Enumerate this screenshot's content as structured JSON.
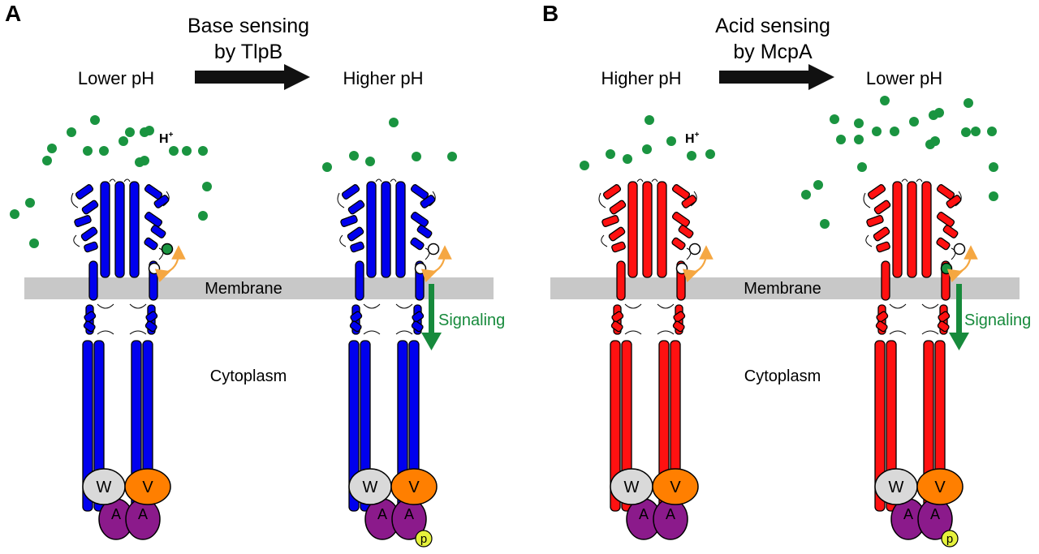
{
  "panels": [
    {
      "letter": "A",
      "process_line1": "Base sensing",
      "process_line2": "by TlpB",
      "left_ph": "Lower pH",
      "right_ph": "Higher pH",
      "membrane": "Membrane",
      "cytoplasm": "Cytoplasm",
      "signaling": "Signaling",
      "proton": "H",
      "proton_sup": "+",
      "receptor_color": "#0000ee",
      "signaling_side": "right"
    },
    {
      "letter": "B",
      "process_line1": "Acid sensing",
      "process_line2": "by McpA",
      "left_ph": "Higher pH",
      "right_ph": "Lower pH",
      "membrane": "Membrane",
      "cytoplasm": "Cytoplasm",
      "signaling": "Signaling",
      "proton": "H",
      "proton_sup": "+",
      "receptor_color": "#ff1111",
      "signaling_side": "right"
    }
  ],
  "protein_labels": {
    "w": "W",
    "v": "V",
    "a": "A",
    "p": "p"
  },
  "colors": {
    "proton": "#1a9440",
    "membrane": "#c8c8c8",
    "arrow": "#111111",
    "signaling": "#178a3c",
    "cheW": "#d9d9d9",
    "cheV": "#ff7f00",
    "cheA": "#8b1a8b",
    "phospho": "#e6f23c",
    "switch": "#f5a742"
  }
}
